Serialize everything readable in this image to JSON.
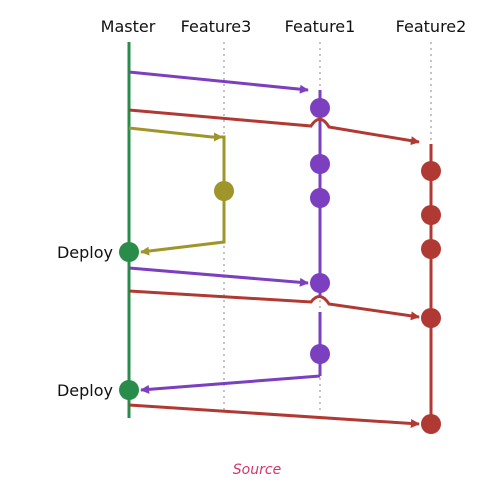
{
  "lanes": {
    "master": "Master",
    "feature3": "Feature3",
    "feature1": "Feature1",
    "feature2": "Feature2"
  },
  "labels": {
    "deploy_1": "Deploy",
    "deploy_2": "Deploy"
  },
  "footer": {
    "source": "Source"
  },
  "colors": {
    "master": "#2a8c4a",
    "feature1": "#7b3fbf",
    "feature2": "#b03a33",
    "feature3": "#a0952a",
    "guide": "#9e9e9e",
    "source": "#d6336c"
  }
}
